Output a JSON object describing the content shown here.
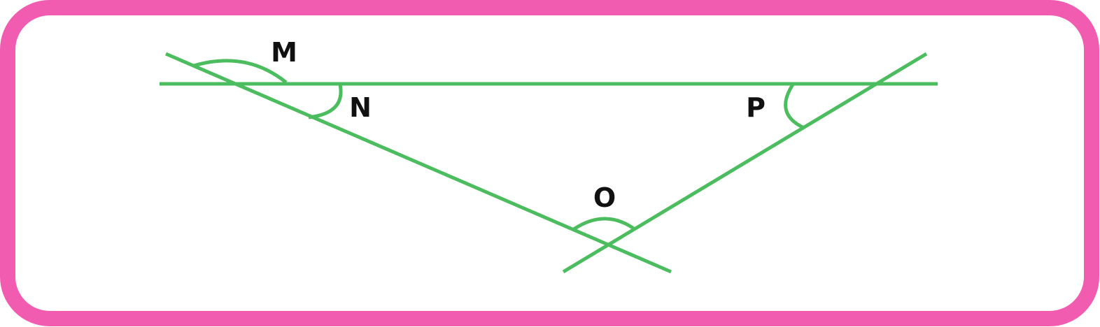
{
  "frame": {
    "border_color": "#f25cb0",
    "background_color": "#ffffff"
  },
  "lines": {
    "color": "#4cbd5e"
  },
  "labels": {
    "m": "M",
    "n": "N",
    "o": "O",
    "p": "P",
    "color": "#111111"
  }
}
